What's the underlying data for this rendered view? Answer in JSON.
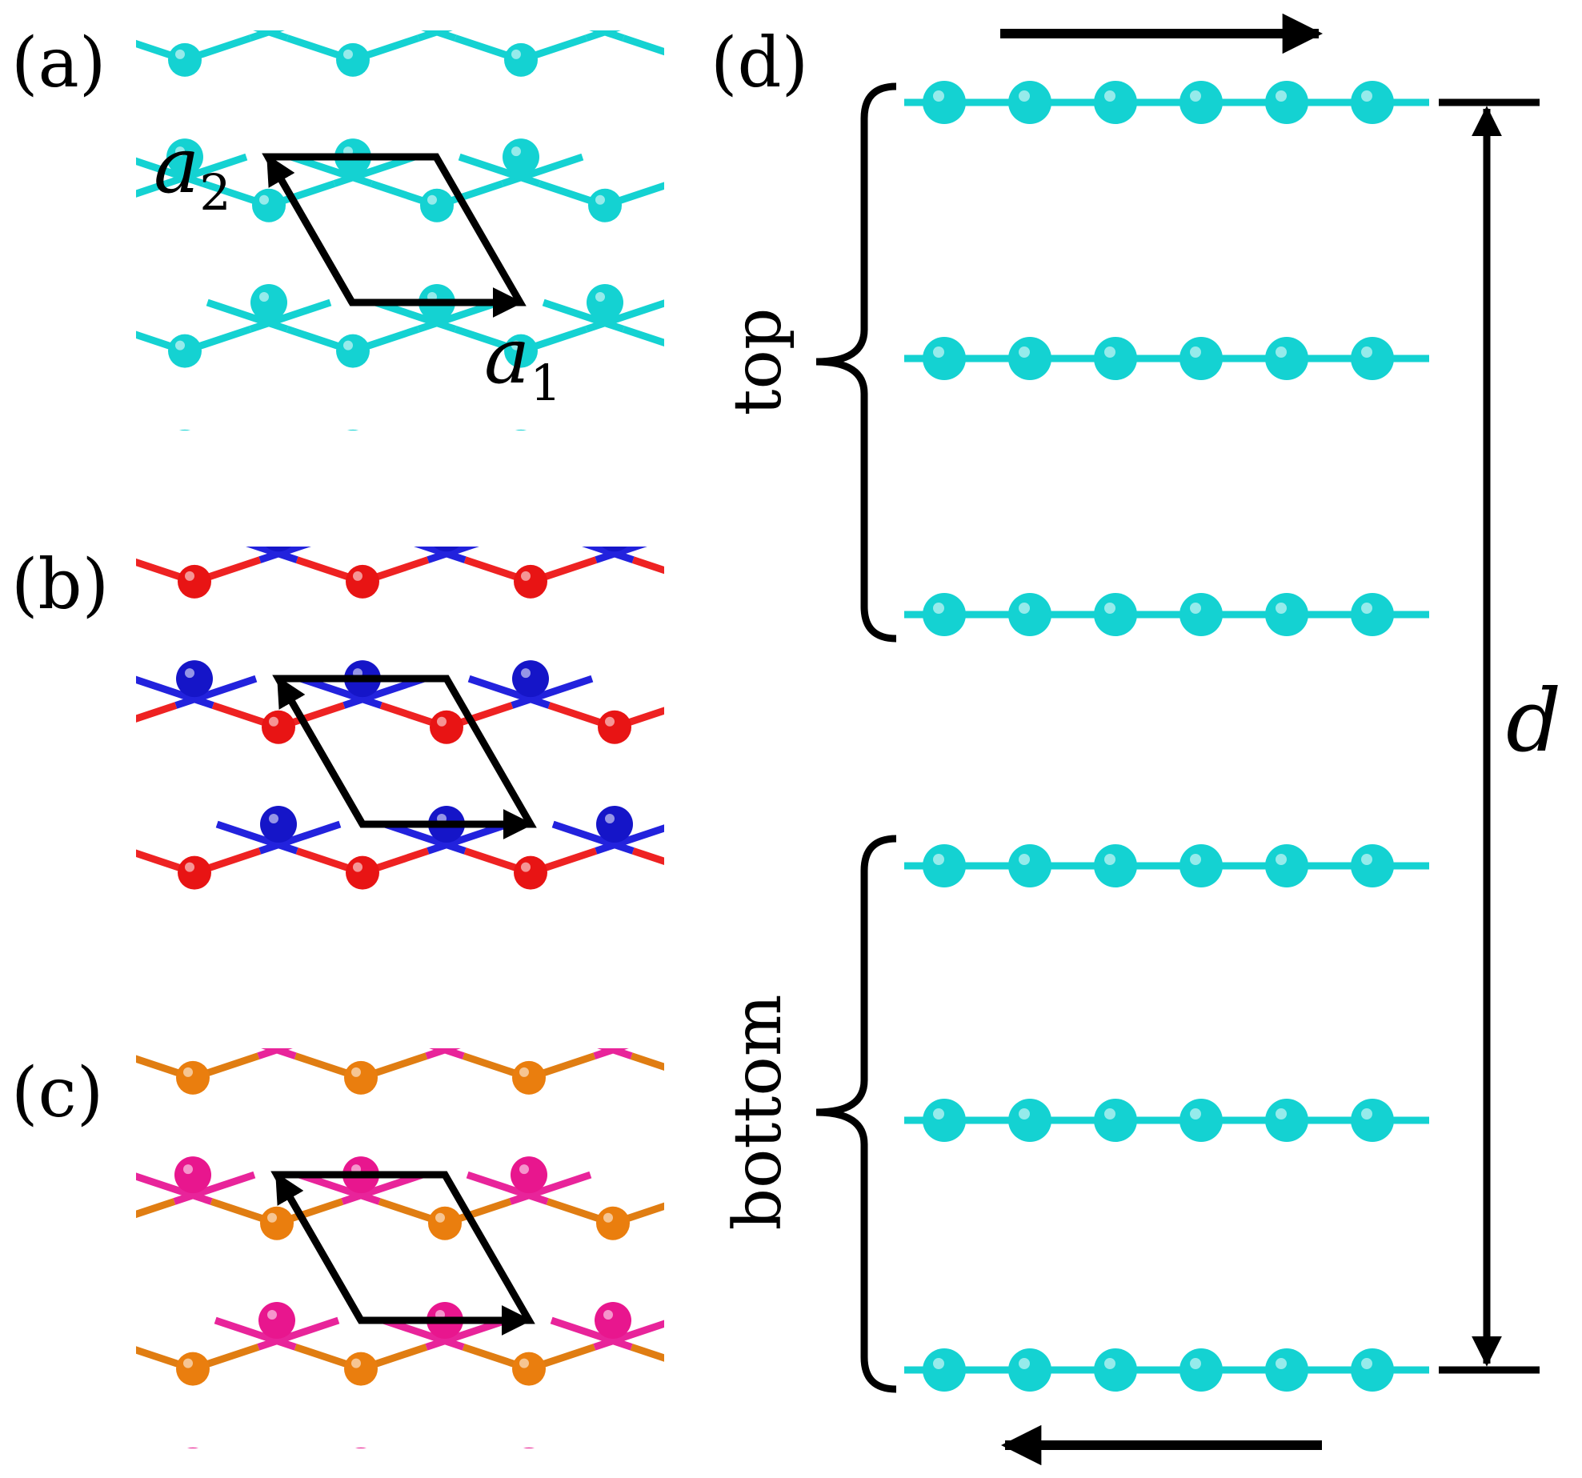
{
  "panels": {
    "a": {
      "label": "(a)",
      "colors": {
        "type1": "#14d2d2",
        "type2": "#14d2d2",
        "bond1": "#14d2d2",
        "bond2": "#14d2d2"
      }
    },
    "b": {
      "label": "(b)",
      "colors": {
        "type1": "#1515c8",
        "type2": "#e81414",
        "bond1": "#2222dd",
        "bond2": "#ee2222"
      }
    },
    "c": {
      "label": "(c)",
      "colors": {
        "type1": "#e8168e",
        "type2": "#ea7e0e",
        "bond1": "#e8249a",
        "bond2": "#e07d12"
      }
    },
    "d": {
      "label": "(d)"
    }
  },
  "vectors": {
    "a1": "a",
    "a1_sub": "1",
    "a2": "a",
    "a2_sub": "2"
  },
  "side_view": {
    "top_label": "top",
    "bottom_label": "bottom",
    "distance_label": "d",
    "atom_color": "#14d2d2",
    "layers_per_group": 3,
    "atoms_per_layer": 6
  }
}
